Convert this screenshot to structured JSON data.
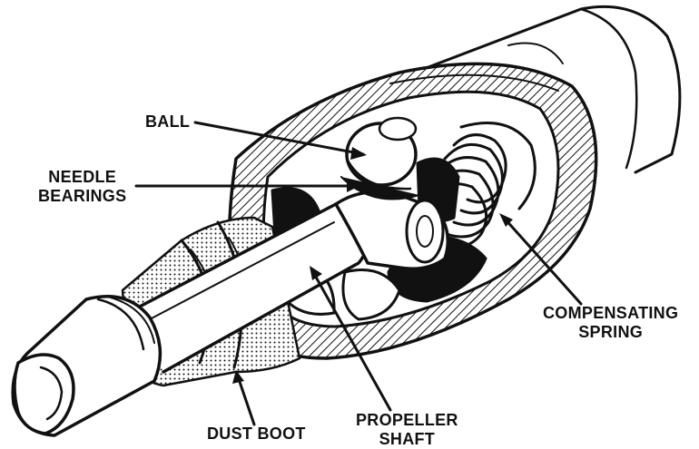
{
  "diagram": {
    "labels": {
      "ball": "BALL",
      "needle_bearings": [
        "NEEDLE",
        "BEARINGS"
      ],
      "compensating_spring": [
        "COMPENSATING",
        "SPRING"
      ],
      "dust_boot": "DUST BOOT",
      "propeller_shaft": [
        "PROPELLER",
        "SHAFT"
      ]
    },
    "colors": {
      "ink": "#111111",
      "paper": "#ffffff"
    }
  }
}
